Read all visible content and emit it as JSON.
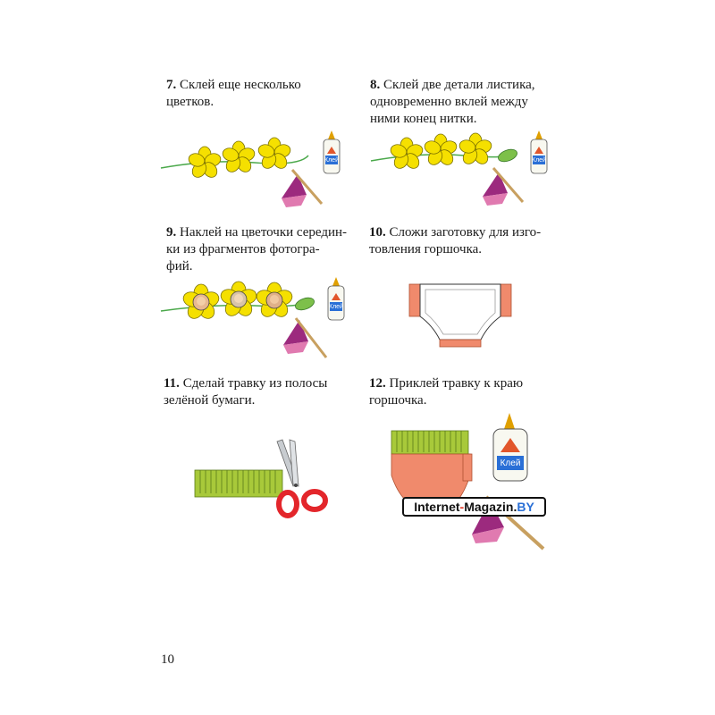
{
  "steps": [
    {
      "num": "7.",
      "line1": "Склей еще несколько",
      "line2": "цветков.",
      "line3": ""
    },
    {
      "num": "8.",
      "line1": "Склей две детали листика,",
      "line2": "одновременно вклей между",
      "line3": "ними конец нитки."
    },
    {
      "num": "9.",
      "line1": "Наклей на цветочки середин-",
      "line2": "ки из фрагментов фотогра-",
      "line3": "фий."
    },
    {
      "num": "10.",
      "line1": "Сложи заготовку для изго-",
      "line2": "товления горшочка.",
      "line3": ""
    },
    {
      "num": "11.",
      "line1": "Сделай травку из полосы",
      "line2": "зелёной бумаги.",
      "line3": ""
    },
    {
      "num": "12.",
      "line1": "Приклей травку к краю",
      "line2": "горшочка.",
      "line3": ""
    }
  ],
  "glue_label": "Клей",
  "page_number": "10",
  "watermark": {
    "part1": "Internet",
    "dash": "-",
    "part2": "Magazin.",
    "tld": "BY"
  },
  "colors": {
    "flower": "#f5e000",
    "leaf": "#7dc04a",
    "pot": "#f08a6c",
    "grass": "#a8c93a",
    "scissors": "#e3262b",
    "holder": "#9c2a7e"
  }
}
